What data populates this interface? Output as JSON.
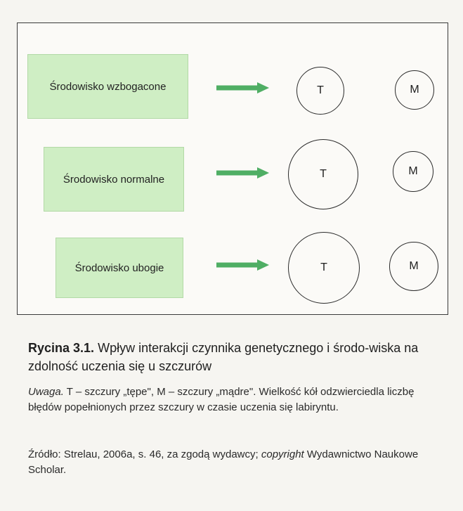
{
  "figure": {
    "rows": [
      {
        "env_label": "Środowisko wzbogacone",
        "t_label": "T",
        "m_label": "M"
      },
      {
        "env_label": "Środowisko normalne",
        "t_label": "T",
        "m_label": "M"
      },
      {
        "env_label": "Środowisko ubogie",
        "t_label": "T",
        "m_label": "M"
      }
    ],
    "colors": {
      "box_fill": "#cfeec4",
      "arrow": "#4fae64",
      "circle_stroke": "#2b2b2b"
    }
  },
  "caption": {
    "label": "Rycina 3.1.",
    "text": "Wpływ interakcji czynnika genetycznego i środo-wiska na zdolność uczenia się u szczurów"
  },
  "note": {
    "label": "Uwaga.",
    "text": "T – szczury „tępe\", M – szczury „mądre\". Wielkość kół odzwierciedla liczbę błędów popełnionych przez szczury w czasie uczenia się labiryntu."
  },
  "source": {
    "prefix": "Źródło: Strelau, 2006a, s. 46, za zgodą wydawcy; ",
    "copyright_word": "copyright",
    "suffix": " Wydawnictwo Naukowe Scholar."
  }
}
